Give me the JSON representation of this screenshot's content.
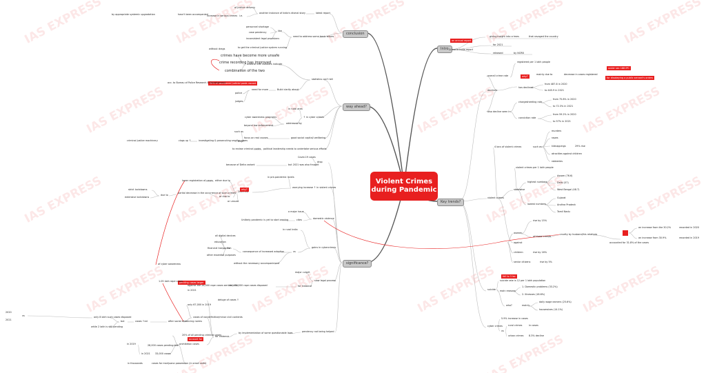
{
  "center": "Violent Crimes\nduring Pandemic",
  "watermark": "IAS EXPRESS",
  "colors": {
    "accent": "#e81f1f",
    "category_fill": "#c9c9c9",
    "line": "#bcbcbc"
  },
  "categories": {
    "intro": "Intro",
    "key_trends": "Key trends?",
    "conclusion": "conclusion",
    "way_ahead": "way ahead?",
    "significance": "significance?"
  },
  "labels": {
    "intro_1": "an annual report",
    "intro_2": "giving insight into crimes",
    "intro_3": "that ravaged the country",
    "intro_4": "Crime in India report",
    "intro_5": "for 2021",
    "intro_6": "released",
    "intro_7": "by NCRB",
    "decl_1": "declines",
    "decl_2": "registered per 1 lakh people",
    "decl_3": "overall crime rate",
    "decl_4": "why?",
    "decl_5": "mainly due to",
    "decl_6": "decrease in cases registered",
    "decl_7": "under sec 188 IPC",
    "decl_8": "for disobeying a public servant's orders",
    "decl_9": "has declined",
    "decl_10": "from 487.8 in 2020",
    "decl_11": "to 445.9 in 2021",
    "decl_12": "chargesheeting rate",
    "decl_13": "from 75.8% in 2020",
    "decl_14": "to 72.3% in 2021",
    "decl_15": "also decline seen in",
    "decl_16": "conviction rate",
    "decl_17": "from 59.2% in 2020",
    "decl_18": "to 57% in 2021",
    "vc_1": "violent crimes",
    "vc_2": "4 lacs of violent crimes",
    "vc_3": "such as",
    "vc_4": "murders",
    "vc_5": "rapes",
    "vc_6": "kidnappings",
    "vc_7": "29% rise",
    "vc_8": "atrocities against children",
    "vc_9": "robberies",
    "vc_10": "statewise",
    "vc_11": "violent crimes per 1 lakh people",
    "vc_12": "highest numbers",
    "vc_13": "Assam (76.6)",
    "vc_14": "Delhi (57)",
    "vc_15": "West Bengal (48.7)",
    "vc_16": "lowest numbers",
    "vc_17": "Gujarat",
    "vc_18": "Andhra Pradesh",
    "vc_19": "Tamil Nadu",
    "vc_20": "women",
    "vc_21": "rise by 15%",
    "vc_22": "of these crimes",
    "vc_23": "cruelty by husband/his relatives",
    "vc_24": "an increase from the 30.2%",
    "vc_25": "recorded in 2020",
    "vc_26": "an increase from 30.9%",
    "vc_27": "recorded in 2019",
    "vc_28": "accounted for 31.8% of the cases",
    "vc_29": "children",
    "vc_30": "rise by 16%",
    "vc_31": "senior citizens",
    "vc_32": "rise by 5%",
    "vc_33": "against",
    "sui_1": "suicide",
    "sui_2": "fell to 3 lac",
    "sui_3": "suicide rate is 12 per 1 lakh population",
    "sui_4": "1. Domestic problems (33.2%)",
    "sui_5": "main reasons",
    "sui_6": "2. Illnesses (18.6%)",
    "sui_7": "who?",
    "sui_8": "mainly",
    "sui_9": "daily wage earners (25.6%)",
    "sui_10": "housewives (14.1%)",
    "cy_1": "cyber crimes",
    "cy_2": "5.9% increase in cases",
    "cy_3": "rural crimes",
    "cy_4": "in cases",
    "cy_5": "urban crimes",
    "cy_6": "8.3% decline",
    "cy_7": "vs",
    "con_1": "latest report",
    "con_2": "another instance of India's dismal story",
    "con_3": "of justice delivery",
    "con_4": "i.e.",
    "con_5": "increase in serious crimes",
    "con_6": "hasn't been accompanied",
    "con_7": "by appropriate systemic upgradation",
    "con_8": "personnel shortage",
    "con_9": "case pendency",
    "con_10": "like",
    "con_11": "inconsistent legal provisions",
    "con_12": "need to address some basic issues",
    "con_13": "to get the criminal justice system running",
    "con_14": "without drags",
    "wa_1": "crimes have become more unsafe",
    "wa_2": "crime recording has improved",
    "wa_3": "combination of the two",
    "wa_4": "whether the numbers indicate",
    "wa_5": "statistics can't tell",
    "wa_6": "Build clarity about",
    "wa_7": "need for more",
    "wa_8": "police",
    "wa_9": "judges",
    "wa_10": "20% of sanctioned judicial posts vacant",
    "wa_11": "acc. to Bureau of Police Research & Development",
    "wa_12": "in rural area",
    "wa_13": "↑ in cyber crimes",
    "wa_14": "cyber awareness programs",
    "wa_15": "addressed by",
    "wa_16": "beyond law enforcement",
    "wa_17": "good social capital/ wellbeing",
    "wa_18": "such as",
    "wa_19": "focus on real causes",
    "wa_20": "why?",
    "wa_21": "investigating & prosecuting smaller cases",
    "wa_22": "clogs up ↑",
    "wa_23": "criminal justice machinery",
    "wa_24": "to review criminal codes",
    "wa_25": "political leadership needs to undertake serious efforts",
    "sig_1": "Covid-19 cases",
    "sig_2": "drop",
    "sig_3": "but 2021 was also fraught",
    "sig_4": "because of Delta variant",
    "sig_5": "in pre-pandemic levels",
    "sig_6": "worrying increase ↑ in violent crimes",
    "sig_7": "2020 era",
    "sig_8": "why?",
    "sig_9": "lower registration of cases",
    "sig_10": "either due to",
    "sig_11": "partial decrease in the occurrence of such crimes",
    "sig_12": "or due to",
    "sig_13": "or unsure",
    "sig_14": "strict lockdowns",
    "sig_15": "extensive lockdowns",
    "sig_16": "due to",
    "sig_17": "a major issue",
    "sig_18": "domestic violence",
    "sig_19": "cites",
    "sig_20": "Unlikely pandemic is yet to start waning",
    "sig_21": "in rural India",
    "sig_22": "gains in cybercrimes",
    "sig_23": "vs",
    "sig_24": "all digital devices",
    "sig_25": "education",
    "sig_26": "financial transaction",
    "sig_27": "other essential purposes",
    "sig_28": "for",
    "sig_29": "consequence of increased adoption",
    "sig_30": "without the necessary accompaniment",
    "sig_31": "of cyber awareness",
    "sig_32": "major culprit",
    "sig_33": "slow legal process",
    "sig_34": "for instance",
    "sig_35": "only 31,000 rape cases disposed",
    "sig_36": "against the 28,000 rape cases sent for trial",
    "sig_37": "in 2021",
    "sig_38": "pending cases larger",
    "sig_39": "1.05 lakh rape cases",
    "sig_40": "pendency not being helped",
    "sig_41": "deluge of cases ↑",
    "sig_42": "cases of nondefinitive/minor civil contents",
    "sig_43": "only 67,000 in 2019",
    "sig_44": "after social distancing norms",
    "sig_45": "cases ↑ed",
    "sig_46": "but",
    "sig_47": "only 8 lakh such cases disposed",
    "sig_48": "while 2 lakh is still pending",
    "sig_49": "2020",
    "sig_50": "2021",
    "sig_51": "vs",
    "sig_52": "by implementation of some questionable laws",
    "sig_53": "for instance",
    "sig_54": "20% of all pending criminal cases",
    "sig_55": "prohibition cases",
    "sig_56": "account for",
    "sig_57": "in 2019",
    "sig_58": "28,000 cases pending trial",
    "sig_59": "in 2021",
    "sig_60": "33,000 cases",
    "sig_61": "in thousands",
    "sig_62": "cases for marijuana possession (in small units)"
  }
}
